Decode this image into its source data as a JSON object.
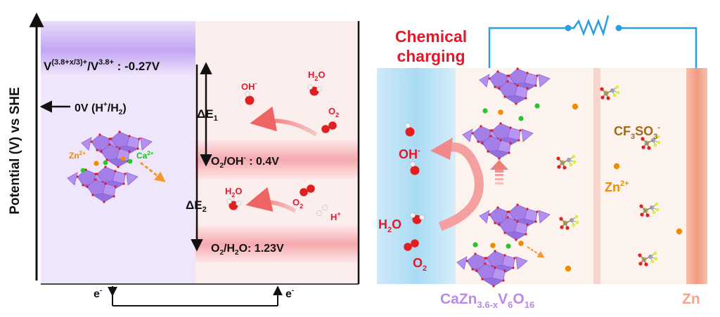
{
  "left_panel": {
    "y_axis_label": "Potential (V) vs SHE",
    "v_couple": {
      "main1": "V",
      "sup1": "(3.8+x/3)+",
      "slash": "/V",
      "sup2": "3.8+",
      "value": " : -0.27V"
    },
    "zero_ref": {
      "pre": "0V (H",
      "sup": "+",
      "mid": "/H",
      "sub": "2",
      "post": ")"
    },
    "zn_ion": {
      "base": "Zn",
      "sup": "2+"
    },
    "ca_ion": {
      "base": "Ca",
      "sup": "2+"
    },
    "oh_label": {
      "base": "OH",
      "sup": "-"
    },
    "h2o_label_top": {
      "base": "H",
      "sub": "2",
      "post": "O"
    },
    "o2_label_top": {
      "base": "O",
      "sub": "2"
    },
    "delta_e1": {
      "delta": "ΔE",
      "sub": "1"
    },
    "delta_e2": {
      "delta": "ΔE",
      "sub": "2"
    },
    "o2_oh_level": {
      "pre": "O",
      "sub": "2",
      "mid": "/OH",
      "sup": "-",
      "value": " : 0.4V"
    },
    "h2o_label_mid": {
      "base": "H",
      "sub": "2",
      "post": "O"
    },
    "o2_label_mid": {
      "base": "O",
      "sub": "2"
    },
    "h_plus": {
      "base": "H",
      "sup": "+"
    },
    "o2_h2o_level": {
      "pre": "O",
      "sub": "2",
      "mid": "/H",
      "sub2": "2",
      "post": "O: 1.23V"
    },
    "electron_left": {
      "base": "e",
      "sup": "-"
    },
    "electron_right": {
      "base": "e",
      "sup": "-"
    }
  },
  "right_panel": {
    "title_line1": "Chemical",
    "title_line2": "charging",
    "oh_label": {
      "base": "OH",
      "sup": "-"
    },
    "h2o_label": {
      "base": "H",
      "sub": "2",
      "post": "O"
    },
    "o2_label": {
      "base": "O",
      "sub": "2"
    },
    "anion_label": {
      "p1": "CF",
      "s1": "3",
      "p2": "SO",
      "s2": "3",
      "sup": "-"
    },
    "zn_ion": {
      "base": "Zn",
      "sup": "2+"
    },
    "cathode_label": {
      "p1": "CaZn",
      "s1": "3.6-x",
      "p2": "V",
      "s2": "6",
      "p3": "O",
      "s3": "16"
    },
    "anode_label": "Zn"
  },
  "colors": {
    "purple_band": "#c9b2f5",
    "pink_band": "#f7c6c9",
    "red_text": "#e5172a",
    "orange_text": "#f08a00",
    "green_text": "#19c21a",
    "purple_text": "#b98ae6",
    "blue_wire": "#2a9fe0",
    "brown_text": "#a46a12",
    "zn_salmon": "#f3a48d"
  }
}
